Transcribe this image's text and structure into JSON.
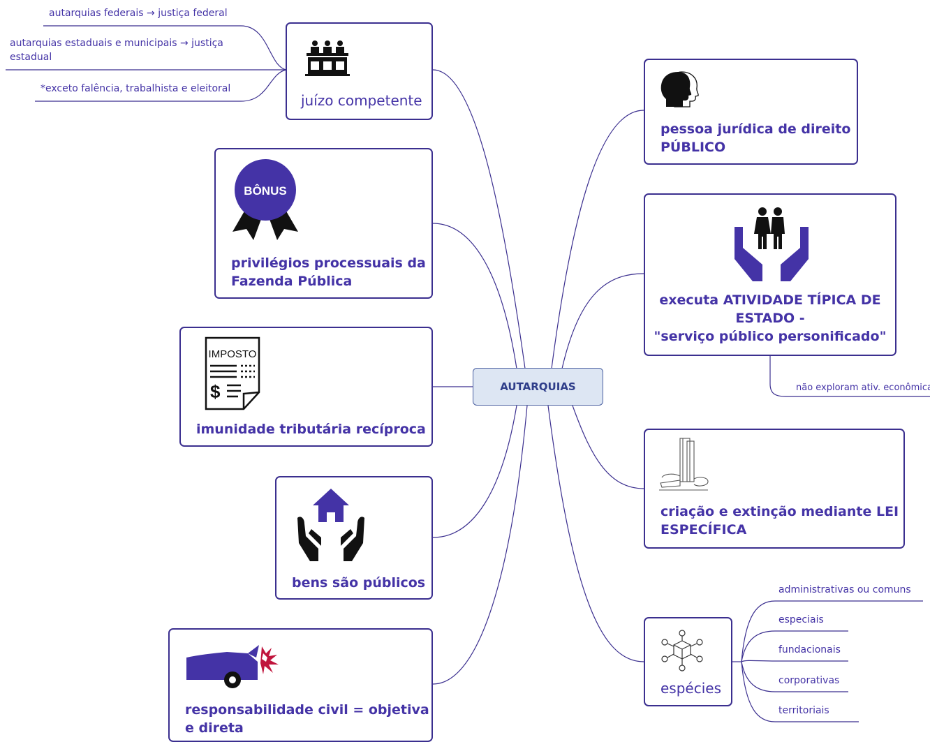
{
  "center": "AUTARQUIAS",
  "right": {
    "pessoa": {
      "line1": "pessoa jurídica de direito",
      "line2": "PÚBLICO"
    },
    "executa": {
      "line1": "executa ATIVIDADE TÍPICA DE",
      "line2": "ESTADO -",
      "line3": "\"serviço público personificado\"",
      "leaf": "não exploram ativ. econômica"
    },
    "criacao": {
      "line1": "criação e extinção mediante LEI",
      "line2": "ESPECÍFICA"
    },
    "especies": {
      "title": "espécies",
      "items": [
        "administrativas ou comuns",
        "especiais",
        "fundacionais",
        "corporativas",
        "territoriais"
      ]
    }
  },
  "left": {
    "juizo": {
      "title": "juízo competente",
      "leaves": [
        "autarquias federais → justiça federal",
        "autarquias estaduais e municipais → justiça",
        "estadual",
        "*exceto falência, trabalhista e eleitoral"
      ]
    },
    "privilegios": {
      "line1": "privilégios processuais da",
      "line2": "Fazenda Pública",
      "badge": "BÔNUS"
    },
    "imunidade": {
      "title": "imunidade tributária recíproca",
      "doc_label": "IMPOSTO"
    },
    "bens": {
      "title": "bens são públicos"
    },
    "responsabilidade": {
      "line1": "responsabilidade civil = objetiva",
      "line2": "e direta"
    }
  },
  "colors": {
    "accent": "#4433a6",
    "border": "#3b2f8f",
    "center_fill": "#dde6f3"
  },
  "icons": [
    "courtroom-icon",
    "head-profile-icon",
    "family-hands-icon",
    "bonus-badge-icon",
    "tax-document-icon",
    "house-hands-icon",
    "car-crash-icon",
    "law-books-icon",
    "network-cube-icon"
  ]
}
